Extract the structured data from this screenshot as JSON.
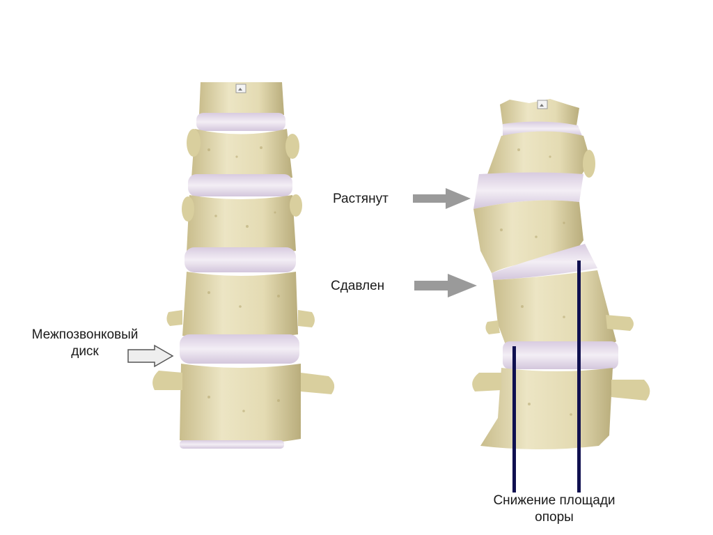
{
  "labels": {
    "disc": [
      "Межпозвонковый",
      "диск"
    ],
    "stretched": "Растянут",
    "compressed": "Сдавлен",
    "support_reduction": [
      "Снижение площади",
      "опоры"
    ]
  },
  "colors": {
    "bone": "#e9e2bb",
    "bone_shade": "#cfc596",
    "bone_dark": "#b3a775",
    "disc": "#e9dfee",
    "disc_edge": "#cdbfd9",
    "arrow_gray": "#9a9a9a",
    "marker_line": "#101050"
  },
  "icons": [
    "image-placeholder-icon",
    "image-placeholder-icon"
  ]
}
